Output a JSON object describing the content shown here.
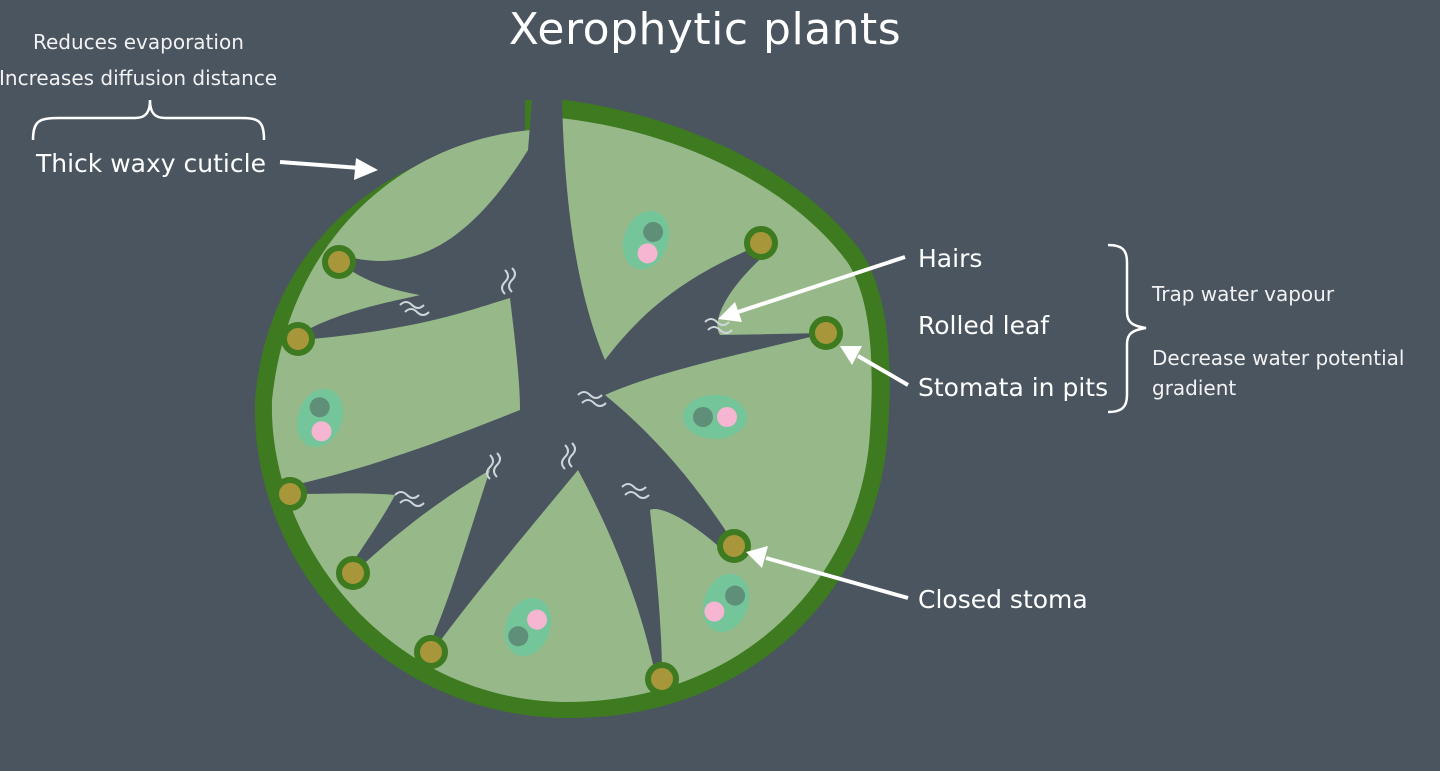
{
  "title": "Xerophytic plants",
  "cuticle": {
    "label": "Thick waxy cuticle",
    "effects": [
      "Reduces evaporation",
      "Increases diffusion distance"
    ]
  },
  "labels": {
    "hairs": "Hairs",
    "rolled_leaf": "Rolled leaf",
    "stomata_in_pits": "Stomata in pits",
    "closed_stoma": "Closed stoma"
  },
  "effects_right": {
    "line1": "Trap water vapour",
    "line2a": "Decrease water potential",
    "line2b": "gradient"
  },
  "colors": {
    "background": "#4a5560",
    "cuticle": "#3e7a20",
    "mesophyll": "#97b98a",
    "stoma_fill": "#a8963a",
    "guard_ring": "#3e7a20",
    "cell": "#74c59a",
    "nucleus_dark": "#5f8f78",
    "nucleus_pink": "#f6b6d2",
    "text": "#ffffff"
  }
}
